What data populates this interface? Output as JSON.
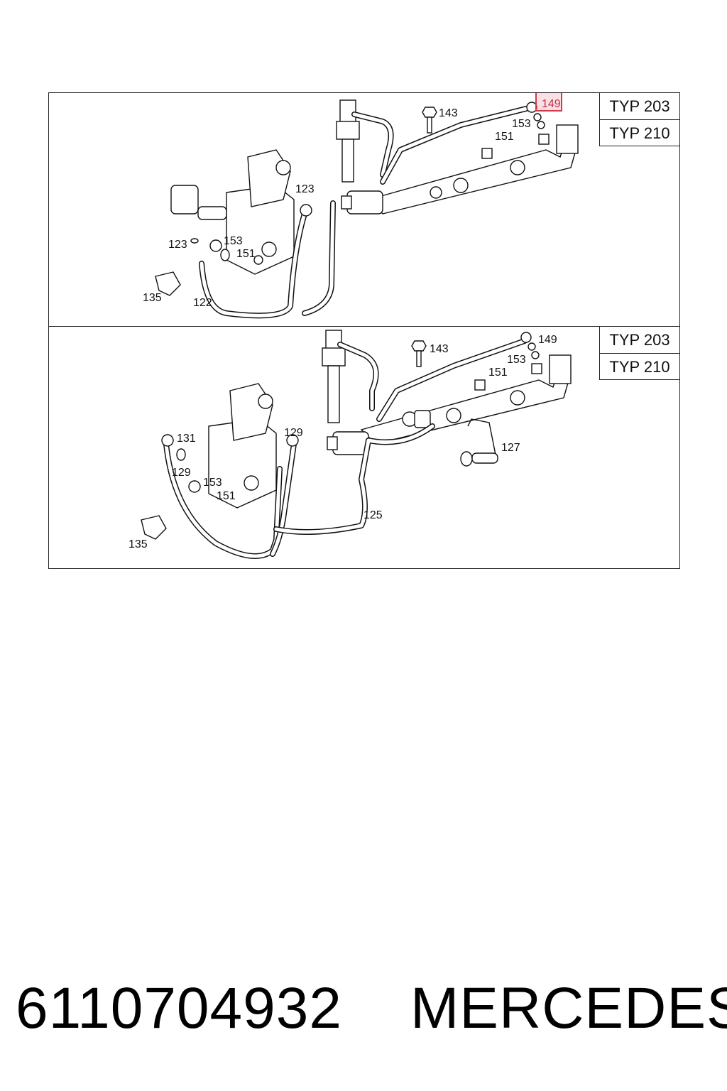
{
  "diagram": {
    "top": {
      "typ_labels": [
        "TYP 203",
        "TYP 210"
      ],
      "callouts": {
        "c149": "149",
        "c143": "143",
        "c153a": "153",
        "c151a": "151",
        "c123a": "123",
        "c123b": "123",
        "c153b": "153",
        "c151b": "151",
        "c135": "135",
        "c122": "122"
      },
      "highlighted_callout": "149",
      "highlight_color": "#d23a4a"
    },
    "bottom": {
      "typ_labels": [
        "TYP 203",
        "TYP 210"
      ],
      "callouts": {
        "c149": "149",
        "c143": "143",
        "c153a": "153",
        "c151a": "151",
        "c131": "131",
        "c129a": "129",
        "c129b": "129",
        "c153b": "153",
        "c151b": "151",
        "c127": "127",
        "c125": "125",
        "c135": "135"
      }
    }
  },
  "footer": {
    "part_number": "6110704932",
    "brand": "MERCEDES"
  }
}
